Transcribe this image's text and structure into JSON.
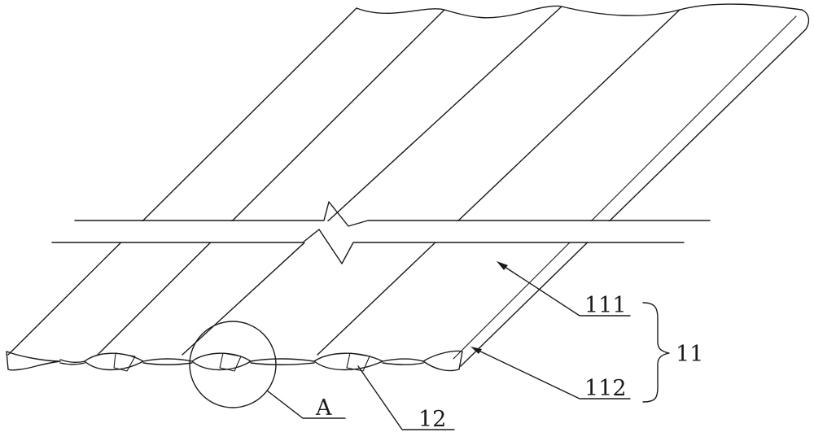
{
  "labels": {
    "panel_top": "111",
    "panel_bottom": "112",
    "panel_group": "11",
    "insert": "12",
    "detail": "A"
  }
}
